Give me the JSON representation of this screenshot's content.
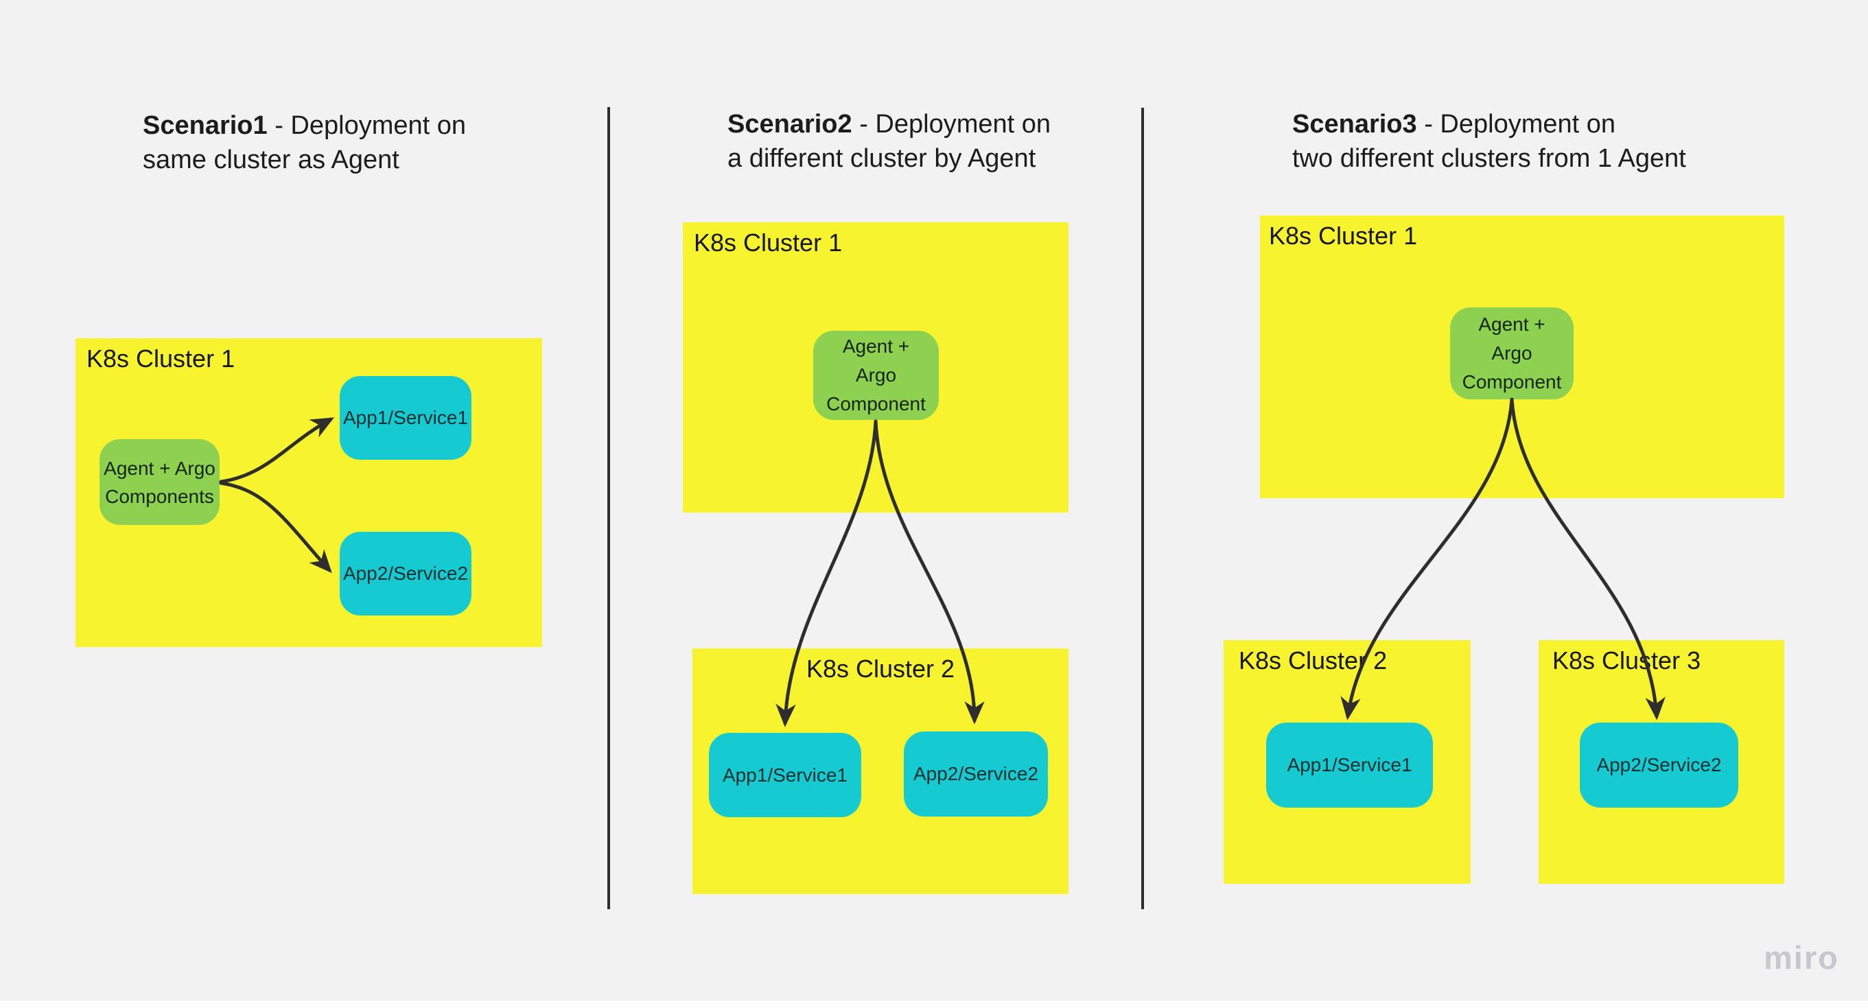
{
  "colors": {
    "background": "#f2f2f2",
    "cluster_fill": "#f8f32f",
    "agent_fill": "#8ed150",
    "app_fill": "#15cbd1",
    "connector": "#2e2e2e",
    "text": "#1a1a1a",
    "watermark": "#c7c7cd"
  },
  "scenarios": [
    {
      "title": {
        "bold": "Scenario1",
        "line1_rest": " - Deployment on",
        "line2": "same cluster as Agent"
      },
      "clusters": [
        {
          "label": "K8s Cluster 1"
        }
      ],
      "agent": {
        "lines": [
          "Agent + Argo",
          "Components"
        ]
      },
      "apps": [
        {
          "label": "App1/Service1"
        },
        {
          "label": "App2/Service2"
        }
      ]
    },
    {
      "title": {
        "bold": "Scenario2",
        "line1_rest": " - Deployment on",
        "line2": "a different cluster by Agent"
      },
      "clusters": [
        {
          "label": "K8s Cluster 1"
        },
        {
          "label": "K8s Cluster 2"
        }
      ],
      "agent": {
        "lines": [
          "Agent +",
          "Argo",
          "Component"
        ]
      },
      "apps": [
        {
          "label": "App1/Service1"
        },
        {
          "label": "App2/Service2"
        }
      ]
    },
    {
      "title": {
        "bold": "Scenario3",
        "line1_rest": " - Deployment on",
        "line2": "two different clusters from 1 Agent"
      },
      "clusters": [
        {
          "label": "K8s Cluster 1"
        },
        {
          "label": "K8s Cluster 2"
        },
        {
          "label": "K8s Cluster 3"
        }
      ],
      "agent": {
        "lines": [
          "Agent +",
          "Argo",
          "Component"
        ]
      },
      "apps": [
        {
          "label": "App1/Service1"
        },
        {
          "label": "App2/Service2"
        }
      ]
    }
  ],
  "watermark": "miro"
}
